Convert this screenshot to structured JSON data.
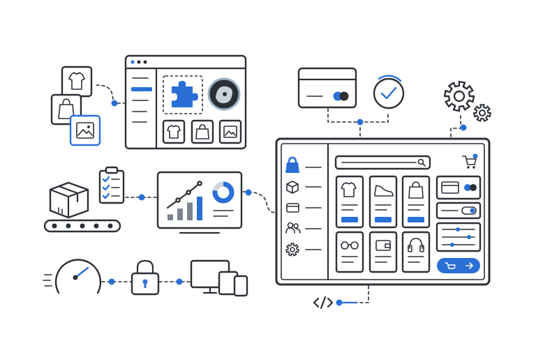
{
  "colors": {
    "accent": "#2a6fd6",
    "outline": "#2b2f36",
    "secondary": "#7d848f"
  },
  "icons": [
    "tshirt-icon",
    "shopping-bag-icon",
    "image-icon",
    "puzzle-icon",
    "avatar",
    "box-icon",
    "checklist-icon",
    "conveyor-icon",
    "bar-chart-icon",
    "donut-chart-icon",
    "monitor-icon",
    "credit-card-icon",
    "checkmark-icon",
    "gear-icon",
    "speedometer-icon",
    "lock-icon",
    "devices-icon",
    "code-icon",
    "cart-icon",
    "search-icon",
    "sneaker-icon",
    "sunglasses-icon",
    "wallet-icon",
    "headphones-icon",
    "users-icon",
    "toggle-icon",
    "sliders-icon",
    "arrow-right-icon"
  ],
  "chart": {
    "bars": [
      1,
      2,
      3,
      4
    ],
    "donut_fraction": 0.78
  }
}
